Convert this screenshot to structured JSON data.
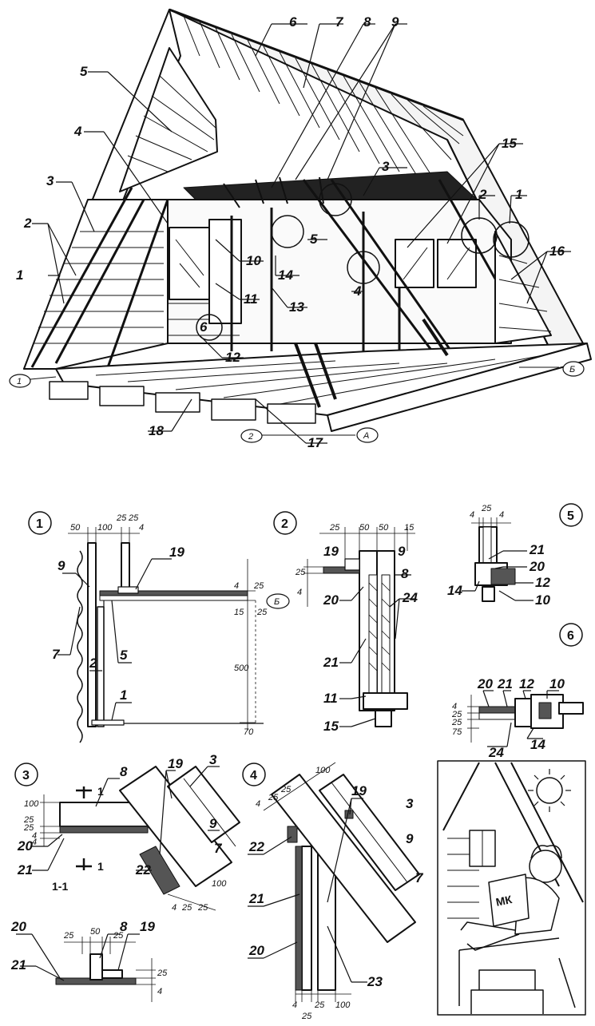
{
  "overview": {
    "callouts": [
      "1",
      "2",
      "3",
      "4",
      "5",
      "6",
      "7",
      "8",
      "9",
      "10",
      "11",
      "12",
      "13",
      "14",
      "15",
      "16",
      "17",
      "18"
    ],
    "detail_markers": [
      "1",
      "2",
      "3",
      "4",
      "5",
      "6"
    ],
    "axis_labels": [
      "1",
      "2",
      "А",
      "Б"
    ]
  },
  "details": {
    "d1": {
      "number": "1",
      "dims_top": [
        "50",
        "100",
        "25",
        "25",
        "4"
      ],
      "dims_right": [
        "4",
        "25",
        "15",
        "25",
        "500",
        "70"
      ],
      "labels": [
        "9",
        "19",
        "7",
        "2",
        "5",
        "1"
      ],
      "section_mark": "Б"
    },
    "d2": {
      "number": "2",
      "dims_top": [
        "25",
        "50",
        "50",
        "15"
      ],
      "dims_left": [
        "25",
        "4"
      ],
      "labels": [
        "19",
        "9",
        "8",
        "20",
        "24",
        "21",
        "11",
        "15"
      ]
    },
    "d3": {
      "number": "3",
      "dims_left": [
        "100",
        "25",
        "25",
        "4",
        "4"
      ],
      "dims_right": [
        "100",
        "4",
        "25",
        "25"
      ],
      "labels": [
        "8",
        "19",
        "3",
        "9",
        "7",
        "20",
        "21",
        "22"
      ],
      "cut_label": "1-1",
      "cut_marks": [
        "1",
        "1"
      ],
      "section": {
        "dims_top": [
          "25",
          "50",
          "25"
        ],
        "dims_right": [
          "25",
          "4"
        ],
        "labels": [
          "20",
          "8",
          "19",
          "21"
        ]
      }
    },
    "d4": {
      "number": "4",
      "dims_top": [
        "25",
        "25",
        "100",
        "4"
      ],
      "dims_bottom": [
        "4",
        "25",
        "25",
        "100"
      ],
      "labels": [
        "19",
        "3",
        "9",
        "22",
        "7",
        "21",
        "20",
        "23"
      ]
    },
    "d5": {
      "number": "5",
      "dims_top": [
        "4",
        "25",
        "4"
      ],
      "labels": [
        "21",
        "20",
        "12",
        "14",
        "10"
      ]
    },
    "d6": {
      "number": "6",
      "dims_left": [
        "4",
        "25",
        "25",
        "75"
      ],
      "labels": [
        "20",
        "21",
        "12",
        "10",
        "24",
        "14"
      ]
    },
    "illustration": {
      "magazine_text": "МК"
    }
  }
}
